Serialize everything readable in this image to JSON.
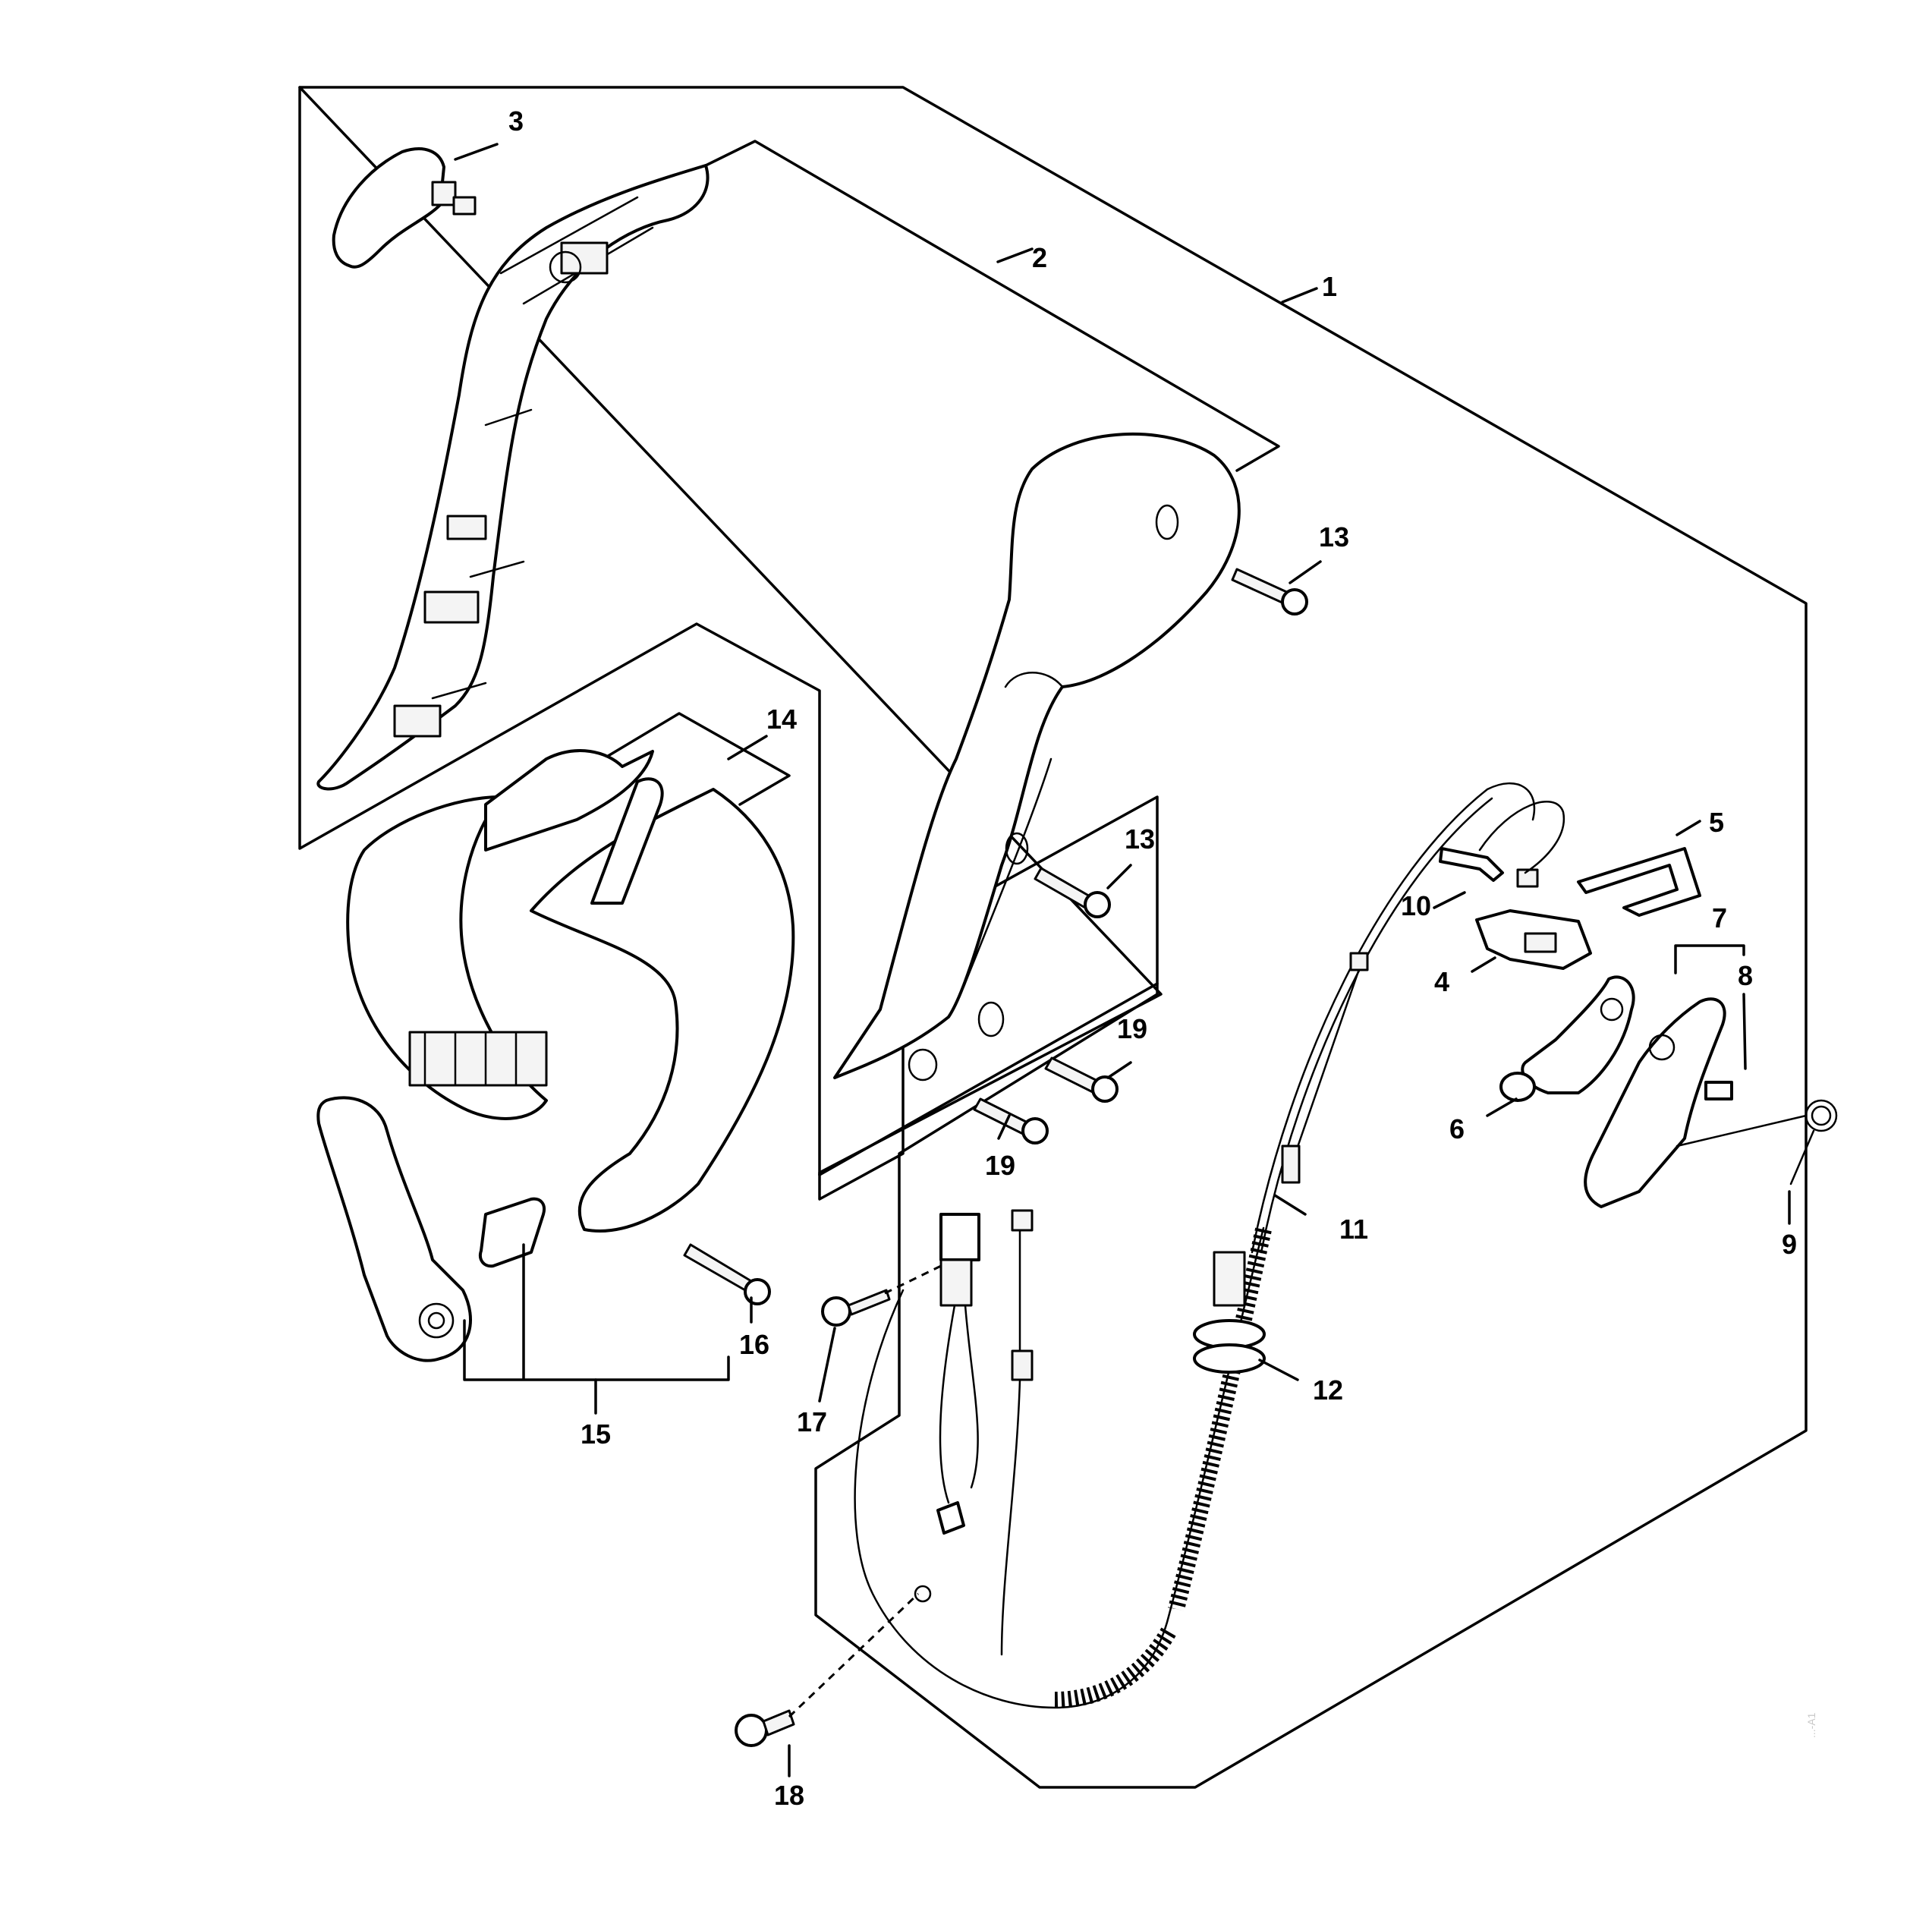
{
  "diagram": {
    "callouts": [
      {
        "id": "1",
        "label": "1"
      },
      {
        "id": "2",
        "label": "2"
      },
      {
        "id": "3",
        "label": "3"
      },
      {
        "id": "4",
        "label": "4"
      },
      {
        "id": "5",
        "label": "5"
      },
      {
        "id": "6",
        "label": "6"
      },
      {
        "id": "7",
        "label": "7"
      },
      {
        "id": "8",
        "label": "8"
      },
      {
        "id": "9",
        "label": "9"
      },
      {
        "id": "10",
        "label": "10"
      },
      {
        "id": "11",
        "label": "11"
      },
      {
        "id": "12",
        "label": "12"
      },
      {
        "id": "13a",
        "label": "13"
      },
      {
        "id": "13b",
        "label": "13"
      },
      {
        "id": "14",
        "label": "14"
      },
      {
        "id": "15",
        "label": "15"
      },
      {
        "id": "16",
        "label": "16"
      },
      {
        "id": "17",
        "label": "17"
      },
      {
        "id": "18",
        "label": "18"
      },
      {
        "id": "19a",
        "label": "19"
      },
      {
        "id": "19b",
        "label": "19"
      }
    ],
    "image_code": "...-A1"
  }
}
